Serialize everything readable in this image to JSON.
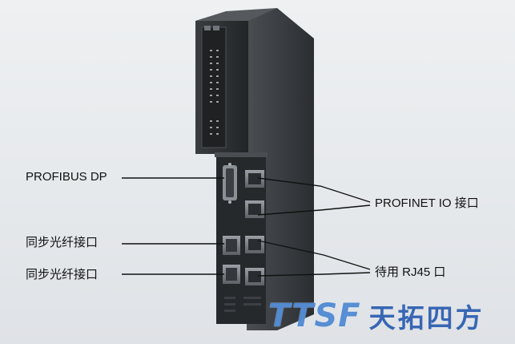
{
  "labels": {
    "profibus": "PROFIBUS DP",
    "sync_fiber_1": "同步光纤接口",
    "sync_fiber_2": "同步光纤接口",
    "profinet": "PROFINET IO 接口",
    "rj45_spare": "待用 RJ45 口"
  },
  "watermark": {
    "latin": "TTSF",
    "cjk": "天拓四方",
    "sub": ""
  },
  "colors": {
    "module_body": "#2a2d30",
    "module_side": "#3d4146",
    "leader_line": "#111111",
    "watermark": "#2a6ec8"
  }
}
